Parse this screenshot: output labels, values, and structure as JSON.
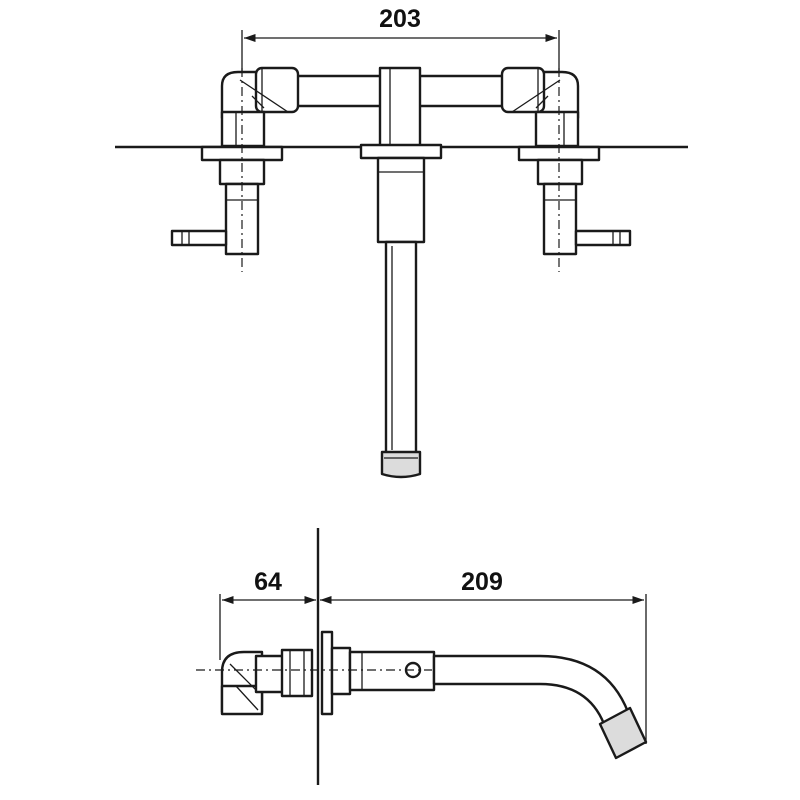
{
  "front_view": {
    "dim_width": "203"
  },
  "side_view": {
    "dim_left": "64",
    "dim_right": "209"
  },
  "colors": {
    "line": "#1a1a1a",
    "background": "#ffffff"
  }
}
